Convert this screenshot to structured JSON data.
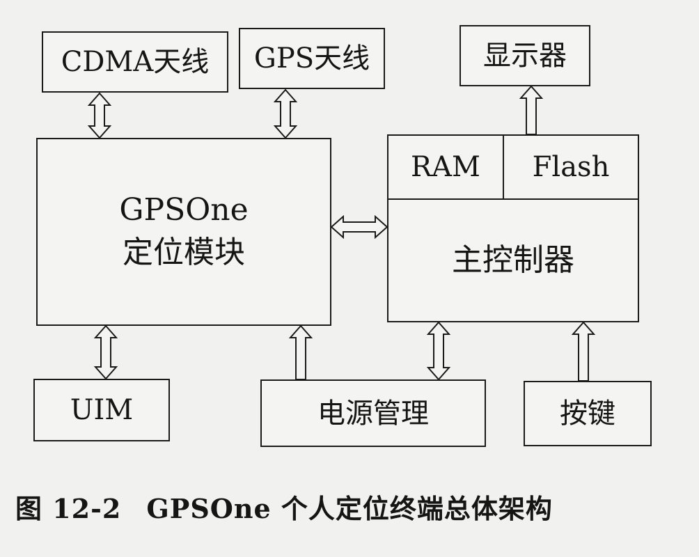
{
  "diagram": {
    "boxes": {
      "cdma_antenna": "CDMA天线",
      "gps_antenna": "GPS天线",
      "display": "显示器",
      "gpsone_module_line1": "GPSOne",
      "gpsone_module_line2": "定位模块",
      "ram": "RAM",
      "flash": "Flash",
      "main_controller": "主控制器",
      "uim": "UIM",
      "power_management": "电源管理",
      "keys": "按键"
    },
    "caption": {
      "number": "图 12-2",
      "title": "GPSOne 个人定位终端总体架构"
    }
  }
}
